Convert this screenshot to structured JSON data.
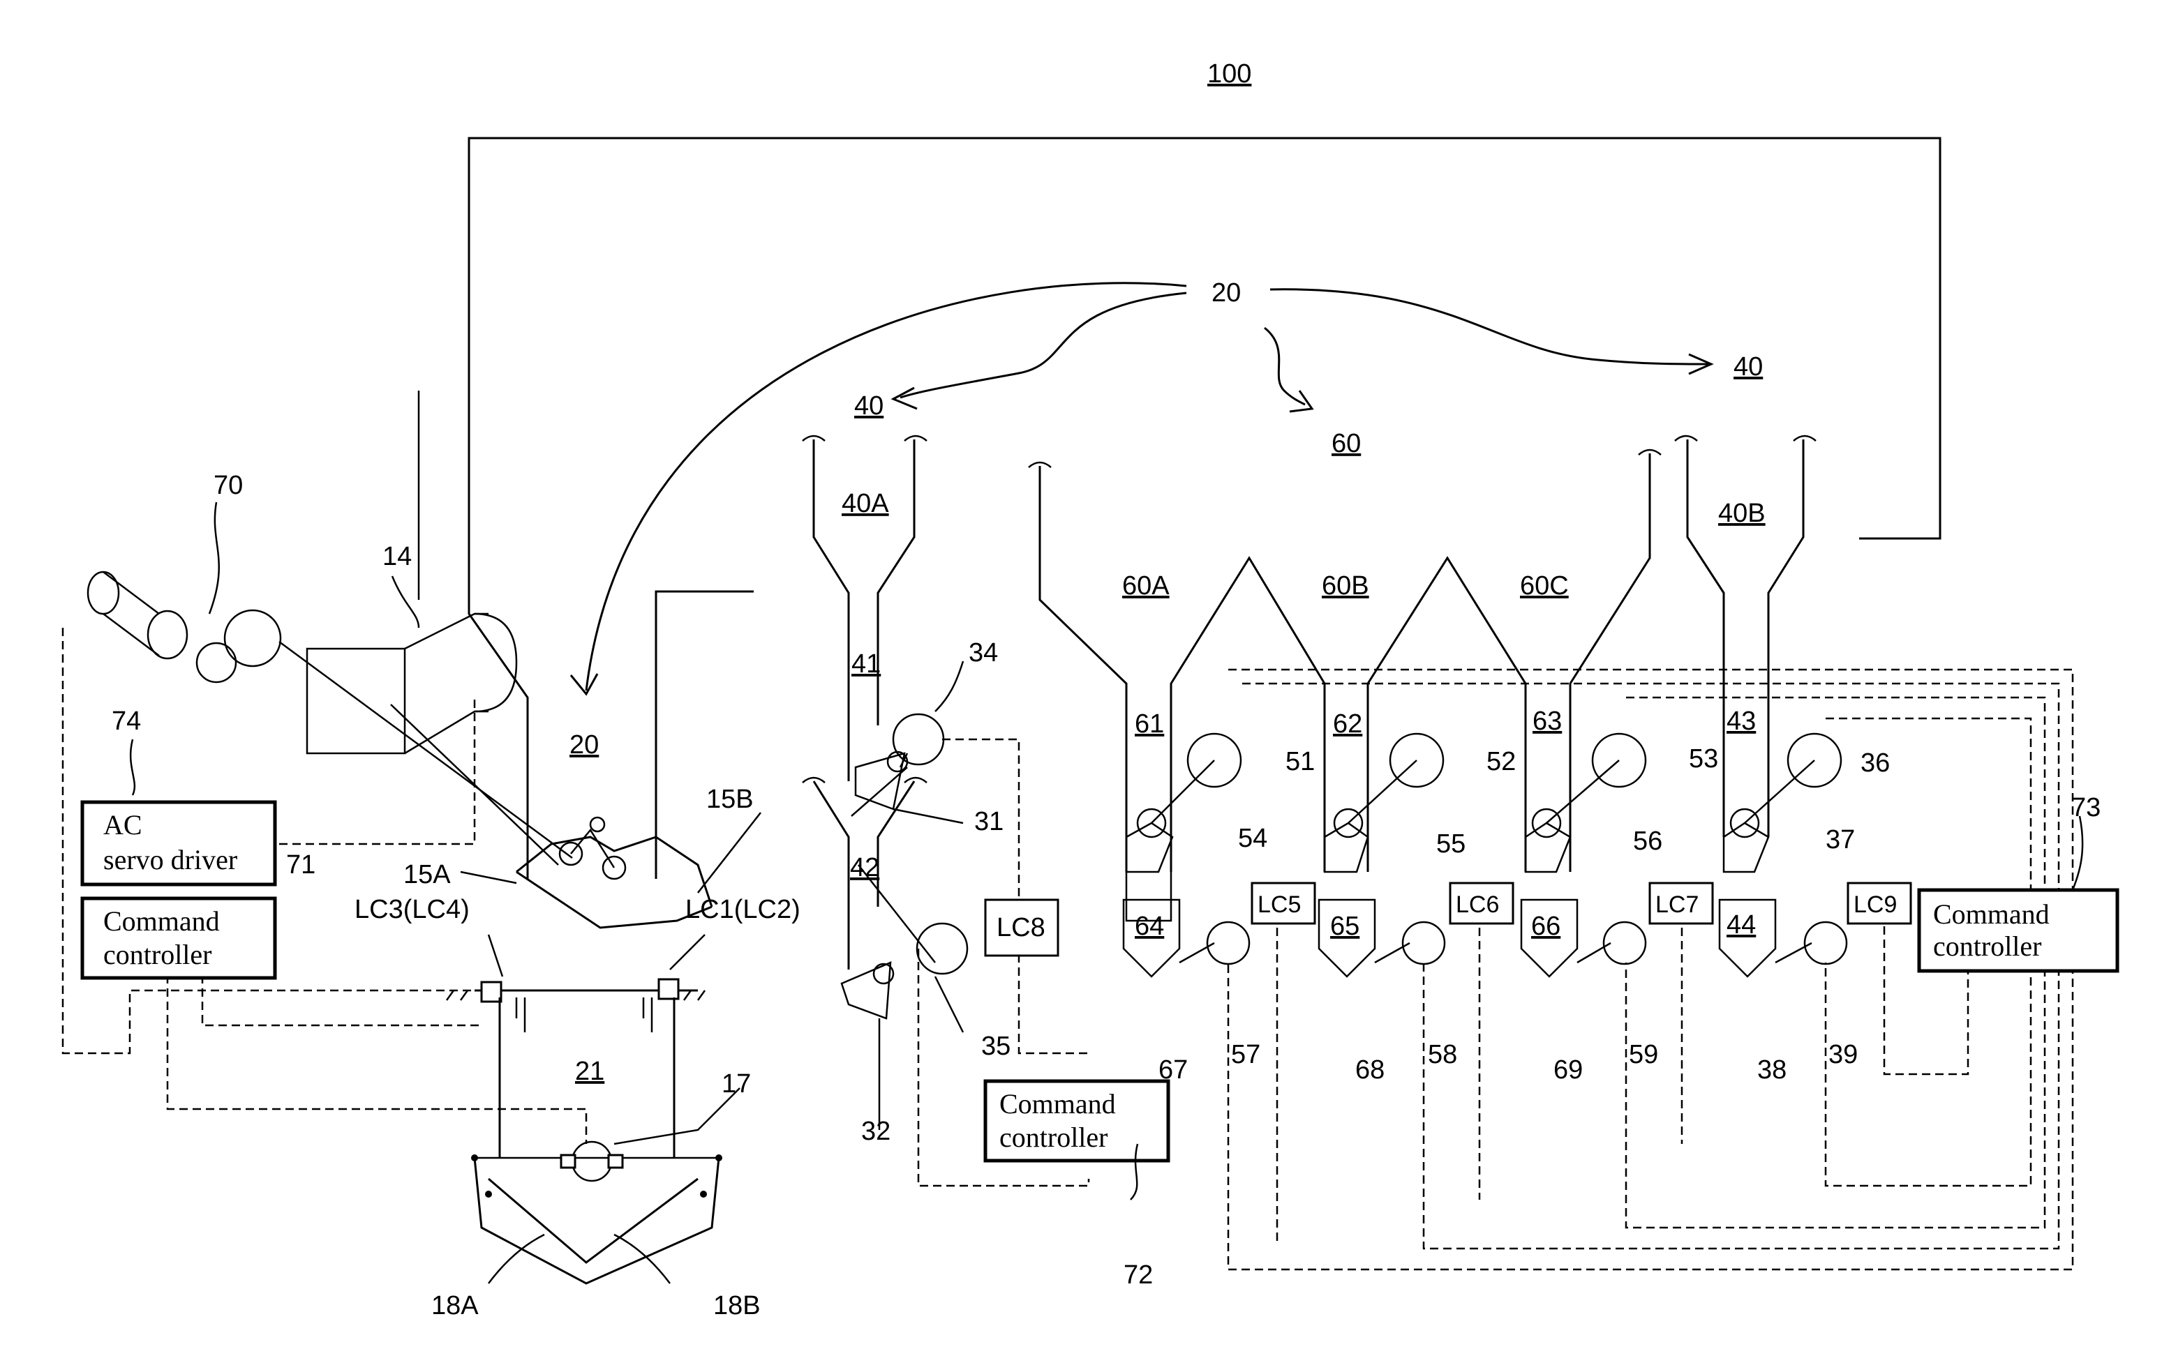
{
  "figure_number": "100",
  "labels": {
    "n20_top": "20",
    "n40_left": "40",
    "n40_right": "40",
    "n60": "60",
    "n20_weigher": "20",
    "n40A": "40A",
    "n40B": "40B",
    "n60A": "60A",
    "n60B": "60B",
    "n60C": "60C",
    "n41": "41",
    "n42": "42",
    "n43": "43",
    "n44": "44",
    "n61": "61",
    "n62": "62",
    "n63": "63",
    "n64": "64",
    "n65": "65",
    "n66": "66",
    "n21": "21",
    "n14": "14",
    "n70": "70",
    "n74": "74",
    "n71": "71",
    "n72": "72",
    "n73": "73",
    "n15A": "15A",
    "n15B": "15B",
    "n17": "17",
    "n18A": "18A",
    "n18B": "18B",
    "n31": "31",
    "n32": "32",
    "n34": "34",
    "n35": "35",
    "n36": "36",
    "n37": "37",
    "n38": "38",
    "n39": "39",
    "n51": "51",
    "n52": "52",
    "n53": "53",
    "n54": "54",
    "n55": "55",
    "n56": "56",
    "n57": "57",
    "n58": "58",
    "n59": "59",
    "n67": "67",
    "n68": "68",
    "n69": "69",
    "lc3_lc4": "LC3(LC4)",
    "lc1_lc2": "LC1(LC2)",
    "lc5": "LC5",
    "lc6": "LC6",
    "lc7": "LC7",
    "lc8": "LC8",
    "lc9": "LC9"
  },
  "boxes": {
    "ac_servo_line1": "AC",
    "ac_servo_line2": "servo driver",
    "cmd71_line1": "Command",
    "cmd71_line2": "controller",
    "cmd72_line1": "Command",
    "cmd72_line2": "controller",
    "cmd73_line1": "Command",
    "cmd73_line2": "controller"
  }
}
